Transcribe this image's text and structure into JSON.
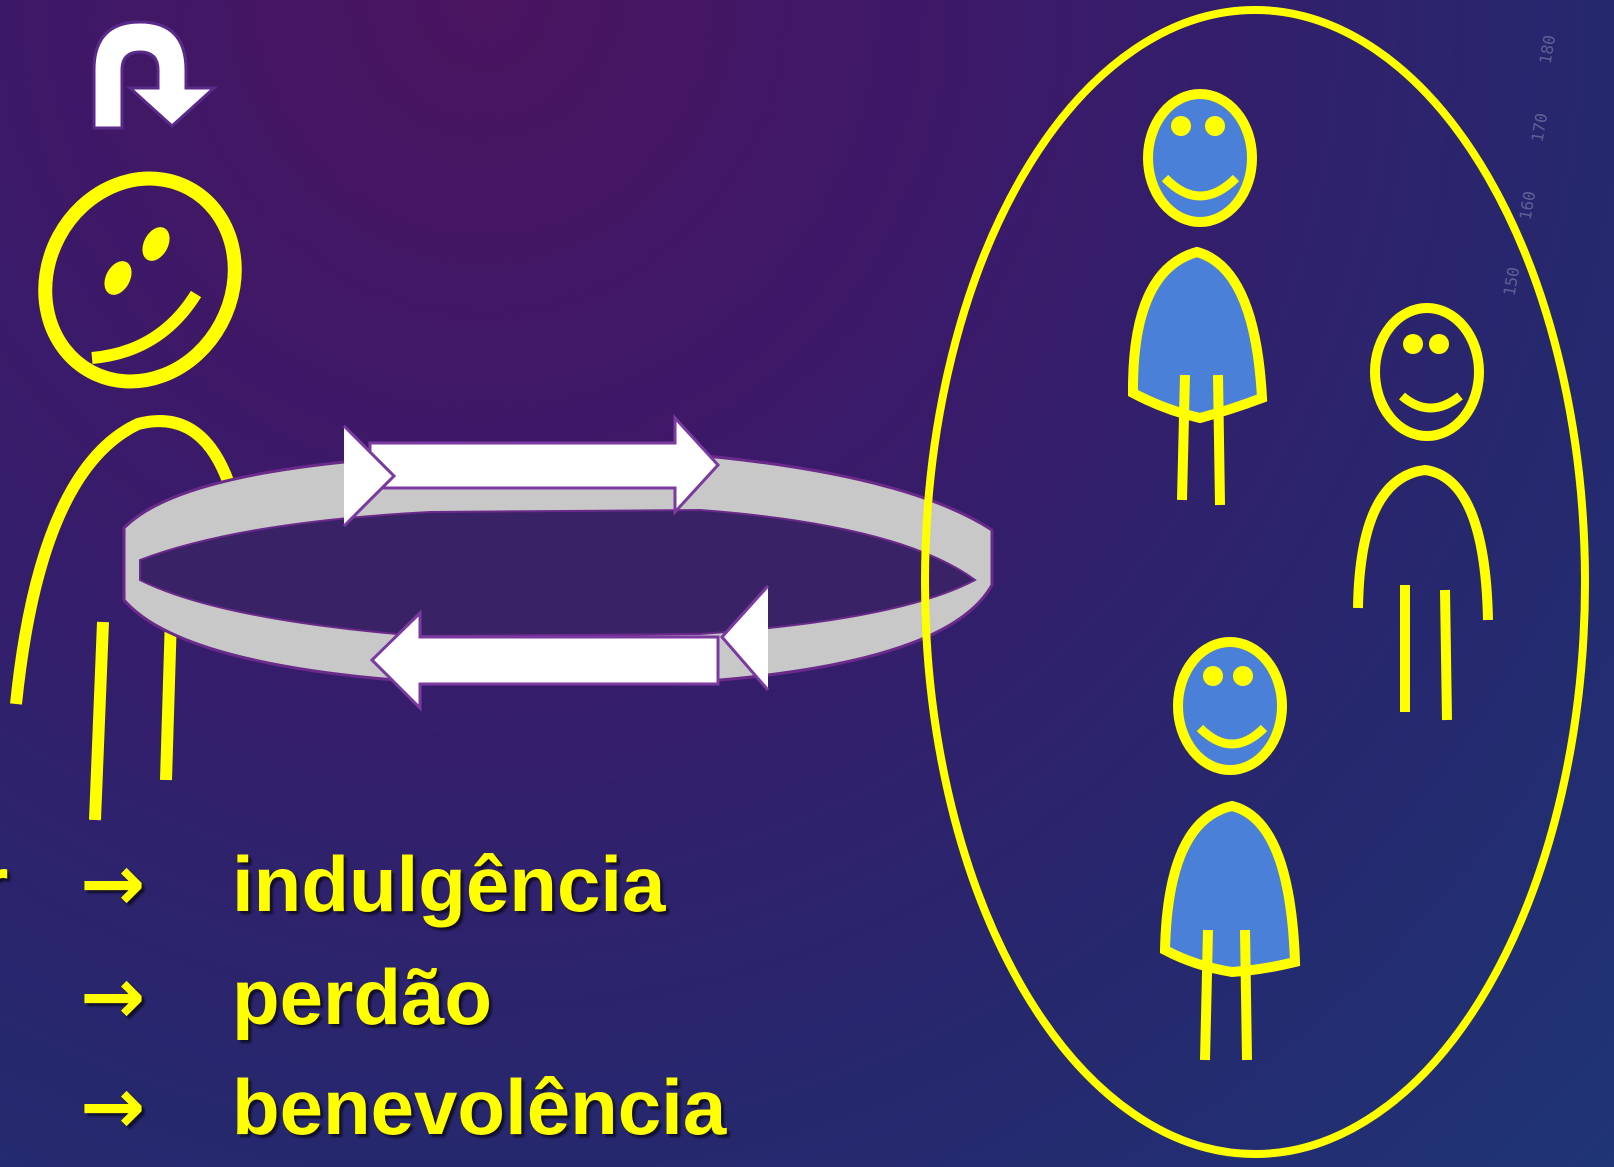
{
  "labels": {
    "partial_word": "r",
    "arrow": "→",
    "items": [
      "indulgência",
      "perdão",
      "benevolência"
    ]
  },
  "dial": {
    "ticks": [
      "180",
      "170",
      "160",
      "150"
    ]
  },
  "colors": {
    "outline": "#ffff00",
    "body_fill": "#4a80d8",
    "ring_fill": "#c8c8c8",
    "arrow_fill": "#ffffff"
  },
  "icons": [
    "u-turn-arrow-icon",
    "smiley-face-icon",
    "cycle-arrows-icon"
  ]
}
